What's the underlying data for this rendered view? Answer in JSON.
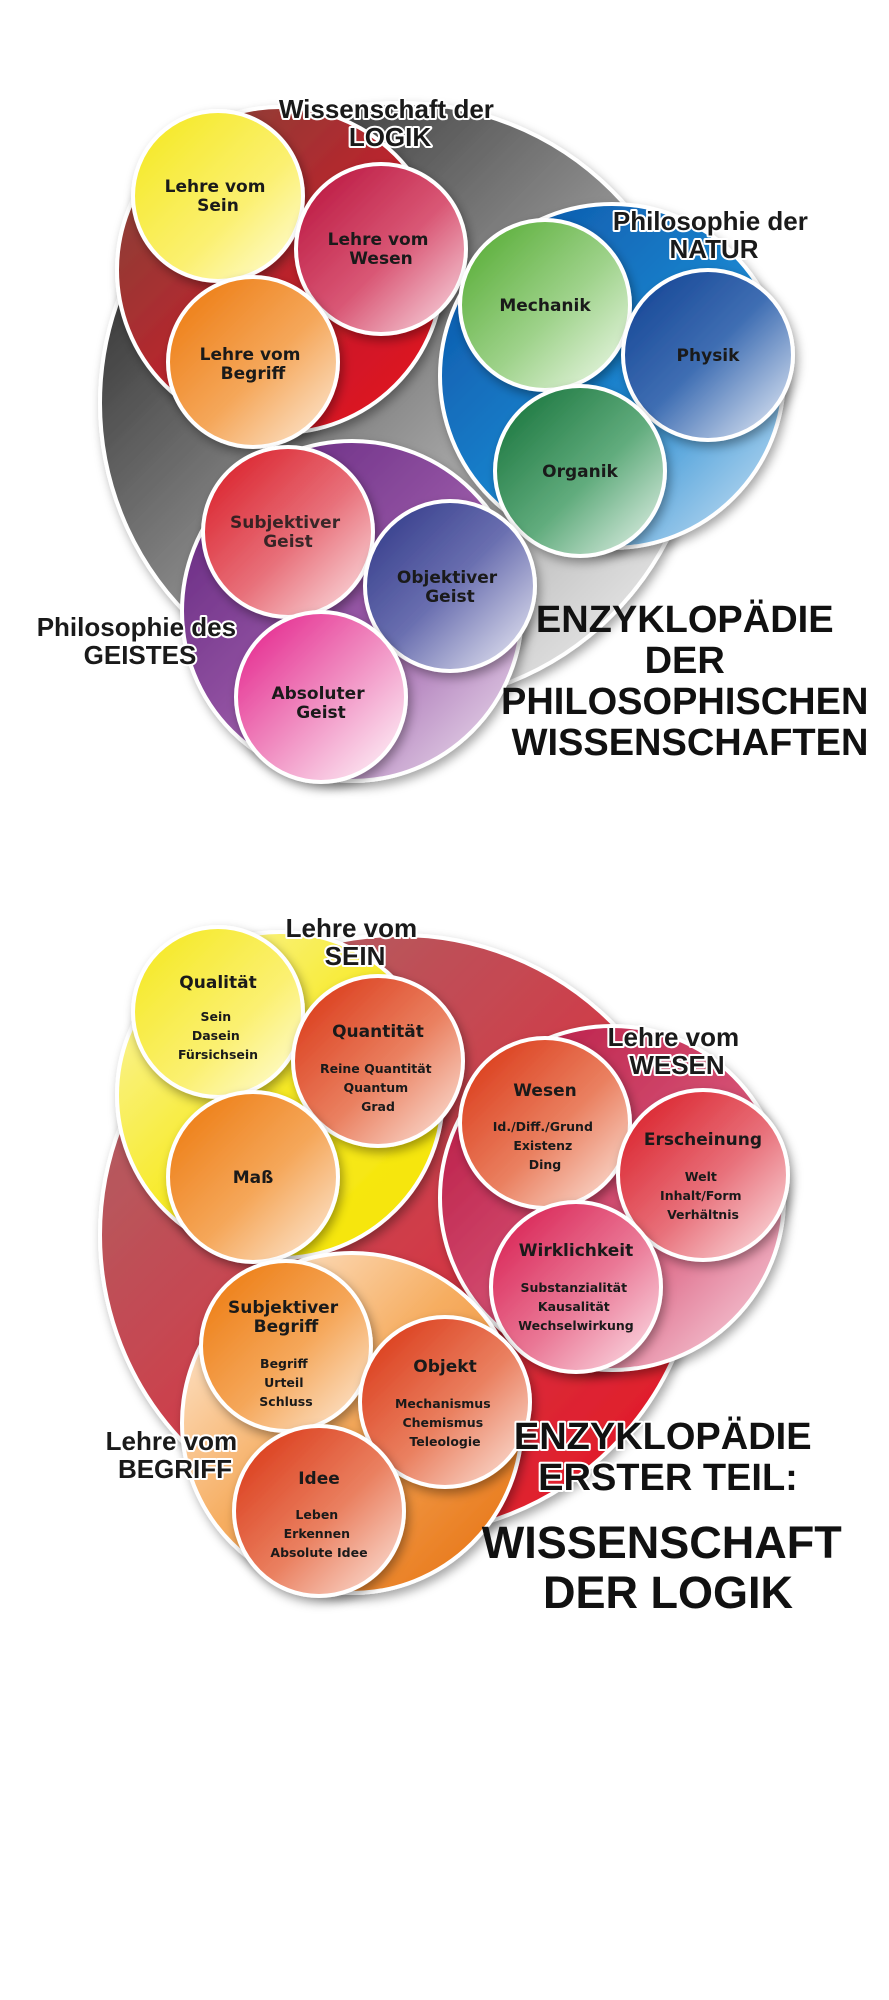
{
  "diagram1": {
    "logik_label": [
      "Wissenschaft der",
      "LOGIK"
    ],
    "natur_label": [
      "Philosophie der",
      "NATUR"
    ],
    "geist_label": [
      "Philosophie des",
      "GEISTES"
    ],
    "title": [
      "ENZYKLOPÄDIE",
      "DER",
      "PHILOSOPHISCHEN",
      "WISSENSCHAFTEN"
    ],
    "circles": {
      "sein": [
        "Lehre vom",
        "Sein"
      ],
      "wesen": [
        "Lehre vom",
        "Wesen"
      ],
      "begriff": [
        "Lehre vom",
        "Begriff"
      ],
      "mechanik": [
        "Mechanik"
      ],
      "physik": [
        "Physik"
      ],
      "organik": [
        "Organik"
      ],
      "subjektiv": [
        "Subjektiver",
        "Geist"
      ],
      "objektiv": [
        "Objektiver",
        "Geist"
      ],
      "absolut": [
        "Absoluter",
        "Geist"
      ]
    }
  },
  "diagram2": {
    "sein_label": [
      "Lehre vom",
      "SEIN"
    ],
    "wesen_label": [
      "Lehre vom",
      "WESEN"
    ],
    "begriff_label": [
      "Lehre vom",
      "BEGRIFF"
    ],
    "title_small": [
      "ENZYKLOPÄDIE",
      "ERSTER TEIL:"
    ],
    "title_big": [
      "WISSENSCHAFT",
      "DER LOGIK"
    ],
    "circles": {
      "qualitaet": {
        "title": "Qualität",
        "items": [
          "Sein",
          "Dasein",
          "Fürsichsein"
        ]
      },
      "quantitaet": {
        "title": "Quantität",
        "items": [
          "Reine Quantität",
          "Quantum",
          "Grad"
        ]
      },
      "mass": {
        "title": "Maß",
        "items": []
      },
      "wesen": {
        "title": "Wesen",
        "items": [
          "Id./Diff./Grund",
          "Existenz",
          "Ding"
        ]
      },
      "erscheinung": {
        "title": "Erscheinung",
        "items": [
          "Welt",
          "Inhalt/Form",
          "Verhältnis"
        ]
      },
      "wirklichkeit": {
        "title": "Wirklichkeit",
        "items": [
          "Substanzialität",
          "Kausalität",
          "Wechselwirkung"
        ]
      },
      "subjektiver_begriff": {
        "title": [
          "Subjektiver",
          "Begriff"
        ],
        "items": [
          "Begriff",
          "Urteil",
          "Schluss"
        ]
      },
      "objekt": {
        "title": "Objekt",
        "items": [
          "Mechanismus",
          "Chemismus",
          "Teleologie"
        ]
      },
      "idee": {
        "title": "Idee",
        "items": [
          "Leben",
          "Erkennen",
          "Absolute Idee"
        ]
      }
    }
  }
}
